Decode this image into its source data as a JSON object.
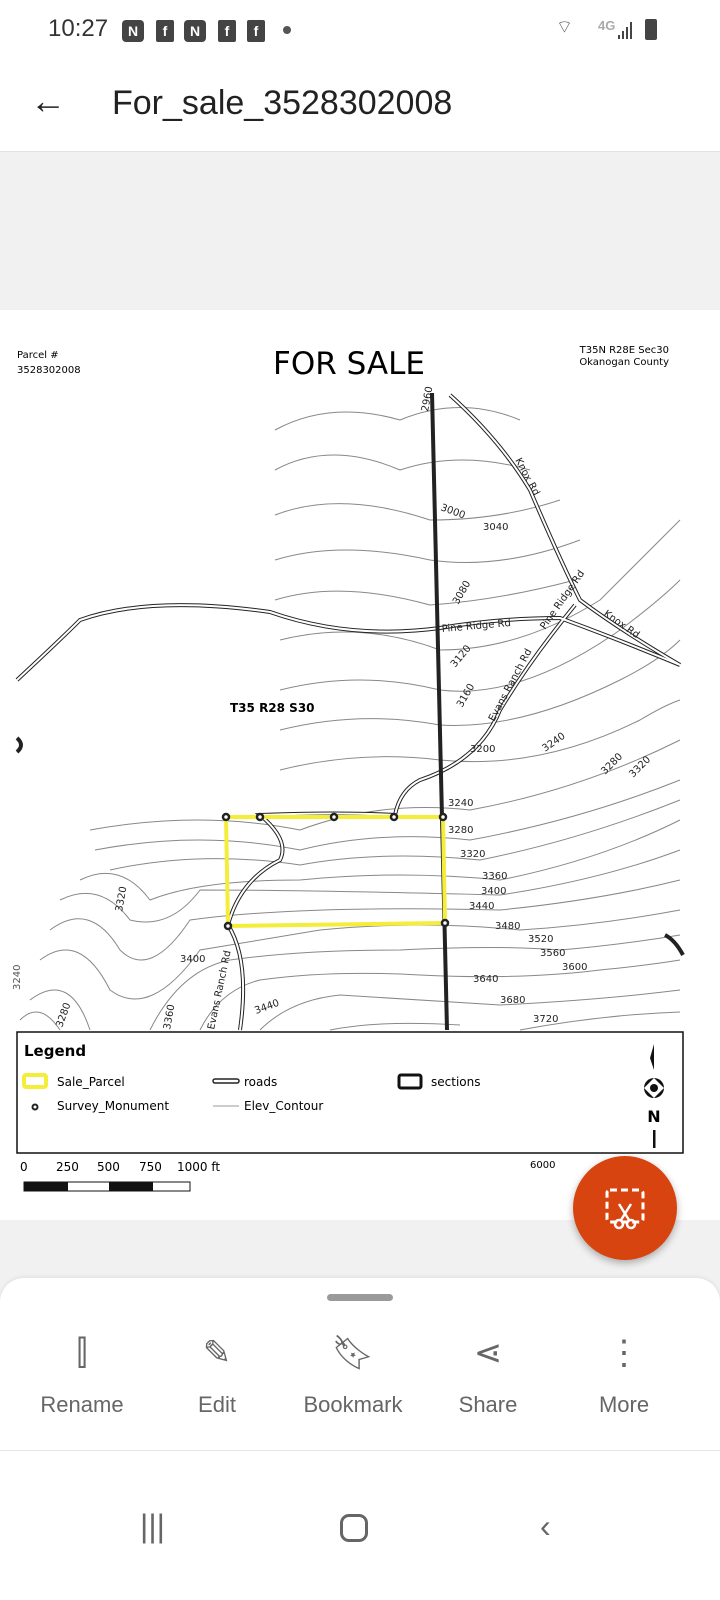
{
  "status": {
    "time": "10:27",
    "notif_icons": [
      "N",
      "f",
      "N",
      "f",
      "f"
    ],
    "network": "4G"
  },
  "header": {
    "title": "For_sale_3528302008"
  },
  "map": {
    "title": "FOR SALE",
    "parcel_label": "Parcel #",
    "parcel_number": "3528302008",
    "location_line1": "T35N R28E Sec30",
    "location_line2": "Okanogan County",
    "section_label": "T35 R28 S30",
    "contour_labels": [
      "2960",
      "3000",
      "3040",
      "3080",
      "3120",
      "3160",
      "3200",
      "3240",
      "3240",
      "3280",
      "3280",
      "3320",
      "3320",
      "3320",
      "3360",
      "3400",
      "3440",
      "3480",
      "3520",
      "3560",
      "3600",
      "3640",
      "3680",
      "3720",
      "3400",
      "3440",
      "3360",
      "3280",
      "3240"
    ],
    "road_labels": [
      "Knox Rd",
      "Knox Rd",
      "Pine Ridge Rd",
      "Pine Ridge Rd",
      "Evans Ranch Rd",
      "Evans Ranch Rd"
    ],
    "legend": {
      "title": "Legend",
      "sale_parcel": "Sale_Parcel",
      "survey_monument": "Survey_Monument",
      "roads": "roads",
      "elev_contour": "Elev_Contour",
      "sections": "sections",
      "north": "N"
    },
    "scale": {
      "ticks": [
        "0",
        "250",
        "500",
        "750",
        "1000 ft"
      ],
      "partial": "6000"
    },
    "colors": {
      "parcel": "#f4ee3a"
    }
  },
  "actions": [
    {
      "label": "Rename"
    },
    {
      "label": "Edit"
    },
    {
      "label": "Bookmark"
    },
    {
      "label": "Share"
    },
    {
      "label": "More"
    }
  ]
}
